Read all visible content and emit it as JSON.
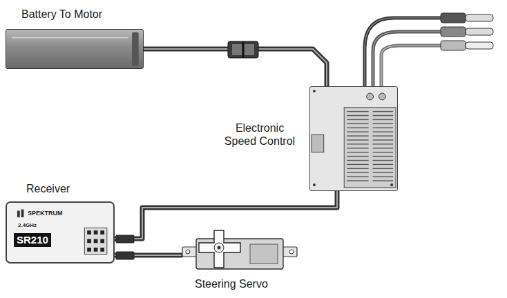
{
  "diagram": {
    "nodes": [
      {
        "text": [
          "Battery To Motor"
        ]
      },
      {
        "text": [
          "Electronic Speed Control"
        ]
      },
      {
        "text": [
          "Receiver",
          "SPEKTRUM",
          "2.4GHz",
          "SR210"
        ]
      },
      {
        "text": [
          "Steering Servo"
        ]
      }
    ],
    "edges": [
      {
        "from": 0,
        "to": 1,
        "arrow": "none"
      },
      {
        "from": 1,
        "to": 2,
        "arrow": "none"
      },
      {
        "from": 3,
        "to": 2,
        "arrow": "none"
      }
    ]
  }
}
